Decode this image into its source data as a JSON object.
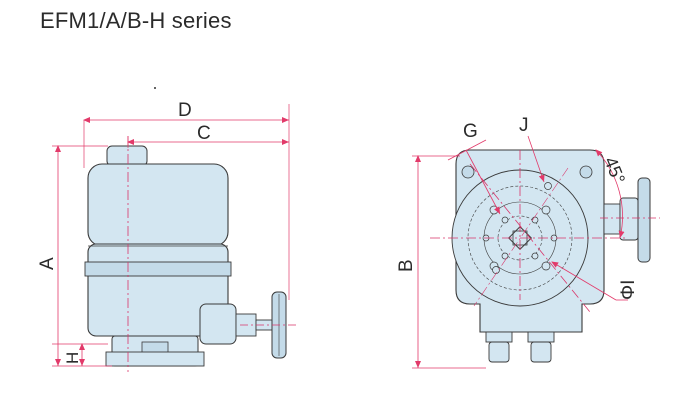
{
  "title": "EFM1/A/B-H series",
  "colors": {
    "body_fill": "#d3e6f1",
    "body_fill_dark": "#b9d4e4",
    "outline": "#3a3a3a",
    "dim_line": "#e23a6a",
    "centerline": "#d9356a"
  },
  "side_view": {
    "dims": {
      "D": "D",
      "C": "C",
      "A": "A",
      "H": "H"
    }
  },
  "front_view": {
    "dims": {
      "G": "G",
      "J": "J",
      "B": "B",
      "angle": "45°",
      "phi": "ΦI"
    }
  }
}
